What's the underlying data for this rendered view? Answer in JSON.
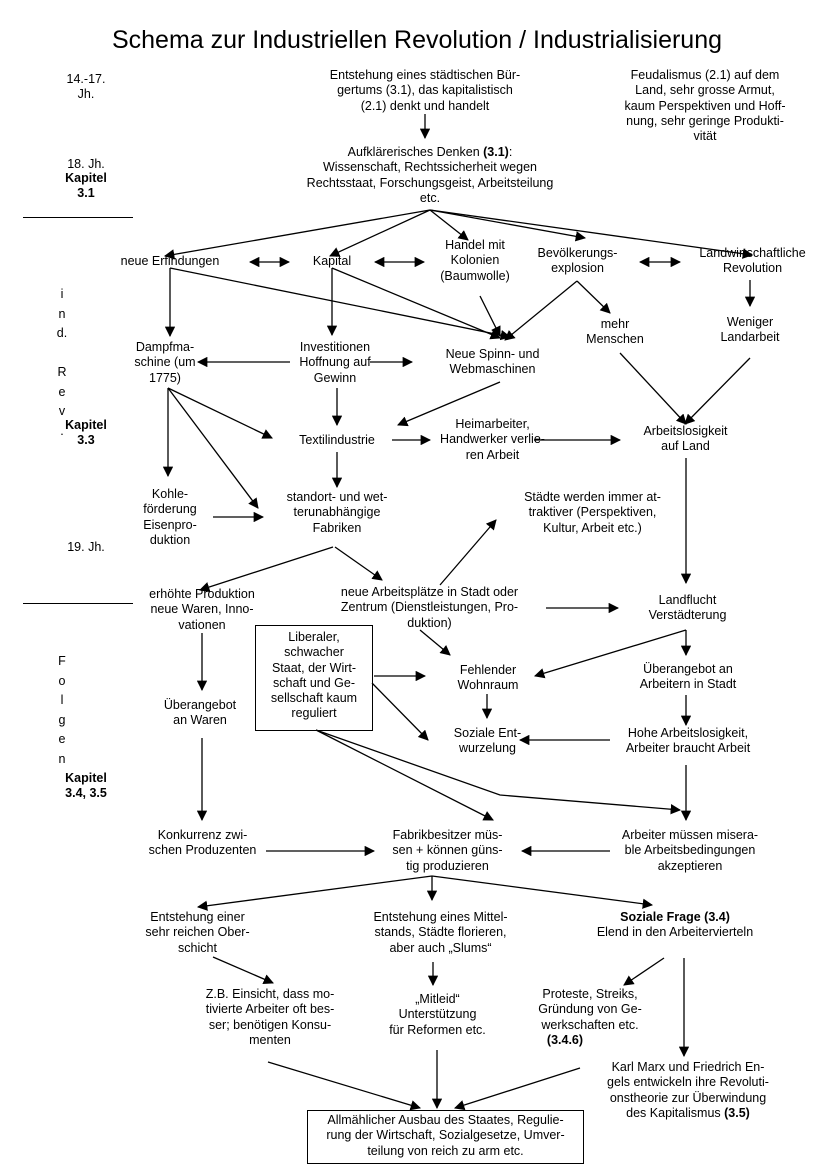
{
  "title": "Schema zur Industriellen Revolution / Industrialisierung",
  "side": {
    "s1": "14.-17.\nJh.",
    "s2": "18. Jh.",
    "s2b": "Kapitel\n3.1",
    "vert1": [
      "i",
      "n",
      "d.",
      "",
      "R",
      "e",
      "v",
      "."
    ],
    "s3b": "Kapitel\n3.3",
    "s4": "19. Jh.",
    "vert2": [
      "F",
      "o",
      "l",
      "g",
      "e",
      "n"
    ],
    "s5b": "Kapitel\n3.4, 3.5"
  },
  "nodes": {
    "buergertum": "Entstehung eines städtischen Bür-\ngertums (3.1), das kapitalistisch\n(2.1) denkt und handelt",
    "feudalismus": "Feudalismus (2.1) auf dem\nLand, sehr grosse Armut,\nkaum Perspektiven und Hoff-\nnung, sehr geringe Produkti-\nvität",
    "aufklaerung_a": "Aufklärerisches Denken ",
    "aufklaerung_b": "(3.1)",
    "aufklaerung_c": ":\nWissenschaft, Rechtssicherheit wegen\nRechtsstaat, Forschungsgeist, Arbeitsteilung\netc.",
    "erfindungen": "neue Erfindungen",
    "kapital": "Kapital",
    "handel": "Handel mit\nKolonien\n(Baumwolle)",
    "bevoelkerung": "Bevölkerungs-\nexplosion",
    "landwirtschaft": "Landwirtschaftliche\nRevolution",
    "dampf": "Dampfma-\nschine (um\n1775)",
    "investitionen": "Investitionen\nHoffnung auf\nGewinn",
    "spinn": "Neue Spinn- und\nWebmaschinen",
    "menschen": "mehr\nMenschen",
    "landarbeit": "Weniger\nLandarbeit",
    "textil": "Textilindustrie",
    "heimarbeiter": "Heimarbeiter,\nHandwerker verlie-\nren Arbeit",
    "arbeitslos_land": "Arbeitslosigkeit\nauf Land",
    "kohle": "Kohle-\nförderung\nEisenpro-\nduktion",
    "fabriken": "standort- und wet-\nterunabhängige\nFabriken",
    "staedte": "Städte werden immer at-\ntraktiver (Perspektiven,\nKultur, Arbeit etc.)",
    "produktion": "erhöhte Produktion\nneue Waren, Inno-\nvationen",
    "arbeitsplaetze": "neue Arbeitsplätze in Stadt oder\nZentrum (Dienstleistungen, Pro-\nduktion)",
    "landflucht": "Landflucht\nVerstädterung",
    "liberal": "Liberaler,\nschwacher\nStaat, der Wirt-\nschaft und Ge-\nsellschaft kaum\nreguliert",
    "wohnraum": "Fehlender\nWohnraum",
    "ueberangebot_arb": "Überangebot an\nArbeitern in Stadt",
    "ueberangebot_waren": "Überangebot\nan Waren",
    "entwurzelung": "Soziale Ent-\nwurzelung",
    "hohe_arbeitslos": "Hohe Arbeitslosigkeit,\nArbeiter braucht Arbeit",
    "konkurrenz": "Konkurrenz zwi-\nschen Produzenten",
    "fabrikbesitzer": "Fabrikbesitzer müs-\nsen + können güns-\ntig produzieren",
    "arbeiter_misera": "Arbeiter müssen misera-\nble Arbeitsbedingungen\nakzeptieren",
    "oberschicht": "Entstehung einer\nsehr reichen Ober-\nschicht",
    "mittelstand": "Entstehung eines Mittel-\nstands, Städte florieren,\naber auch „Slums“",
    "soziale_frage_a": "Soziale Frage ",
    "soziale_frage_b": "(3.4)",
    "soziale_frage_c": "\nElend in den Arbeitervierteln",
    "einsicht": "Z.B. Einsicht, dass mo-\ntivierte Arbeiter oft bes-\nser; benötigen Konsu-\nmenten",
    "mitleid": "„Mitleid“\nUnterstützung\nfür Reformen etc.",
    "proteste_a": "Proteste, Streiks,\nGründung von  Ge-\nwerkschaften etc.\n",
    "proteste_b": "(3.4.6)",
    "marx_a": "Karl Marx und Friedrich En-\ngels entwickeln ihre Revoluti-\nonstheorie zur Überwindung\ndes Kapitalismus ",
    "marx_b": "(3.5)",
    "ausbau": "Allmählicher Ausbau des Staates, Regulie-\nrung der Wirtschaft, Sozialgesetze, Umver-\nteilung von reich zu arm etc."
  }
}
